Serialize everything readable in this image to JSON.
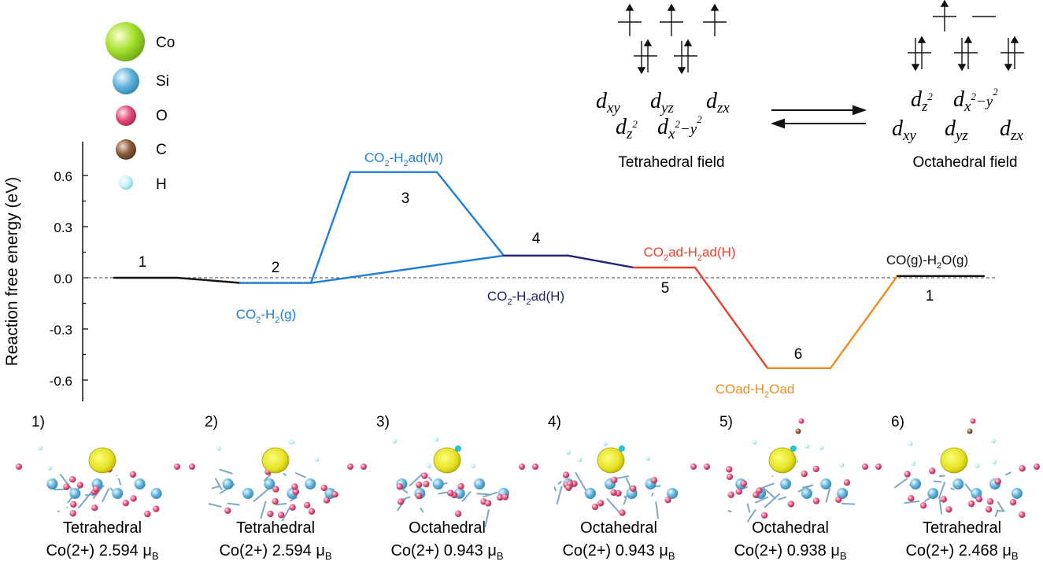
{
  "axis": {
    "ylabel": "Reaction free energy (eV)",
    "yticks": [
      "0.6",
      "0.3",
      "0.0",
      "-0.3",
      "-0.6"
    ]
  },
  "legend": [
    {
      "label": "Co",
      "color": "#a6e030"
    },
    {
      "label": "Si",
      "color": "#62b4dc"
    },
    {
      "label": "O",
      "color": "#e0507a"
    },
    {
      "label": "C",
      "color": "#8a5a3a"
    },
    {
      "label": "H",
      "color": "#b8eef2"
    }
  ],
  "colors": {
    "black": "#111111",
    "light_blue": "#1f7fd8",
    "navy": "#1f237a",
    "red": "#e8402e",
    "orange": "#f08c1e"
  },
  "chart_data": {
    "type": "line",
    "ylabel": "Reaction free energy (eV)",
    "ylim": [
      -0.75,
      0.8
    ],
    "grid": false,
    "reference_line": 0.0,
    "states": [
      {
        "id": "1",
        "y": 0.0,
        "label": ""
      },
      {
        "id": "2",
        "y": -0.03,
        "label": "CO2-H2(g)"
      },
      {
        "id": "3",
        "y": 0.62,
        "label": "CO2-H2ad(M)"
      },
      {
        "id": "4",
        "y": 0.13,
        "label": "CO2-H2ad(H)"
      },
      {
        "id": "5",
        "y": 0.06,
        "label": "CO2ad-H2ad(H)"
      },
      {
        "id": "6",
        "y": -0.53,
        "label": "COad-H2Oad"
      },
      {
        "id": "1",
        "y": 0.01,
        "label": "CO(g)-H2O(g)"
      }
    ]
  },
  "labels": {
    "s1": "1",
    "s2": "2",
    "s3": "3",
    "s4": "4",
    "s5": "5",
    "s6": "6",
    "s7": "1",
    "co2h2g": {
      "a": "CO",
      "s1": "2",
      "b": "-H",
      "s2": "2",
      "c": "(g)"
    },
    "co2h2adm": {
      "a": "CO",
      "s1": "2",
      "b": "-H",
      "s2": "2",
      "c": "ad(M)"
    },
    "co2h2adh": {
      "a": "CO",
      "s1": "2",
      "b": "-H",
      "s2": "2",
      "c": "ad(H)"
    },
    "co2adh2adh": {
      "a": "CO",
      "s1": "2",
      "b": "ad-H",
      "s2": "2",
      "c": "ad(H)"
    },
    "coadh2oad": {
      "a": "COad-H",
      "s1": "2",
      "b": "Oad"
    },
    "cogh2og": {
      "a": "CO(g)-H",
      "s1": "2",
      "b": "O(g)"
    }
  },
  "orbitals": {
    "d": "d",
    "xy": "xy",
    "yz": "yz",
    "zx": "zx",
    "z": "z",
    "x": "x",
    "sq": "2",
    "x2y2sub": "−y",
    "tetra": "Tetrahedral field",
    "octa": "Octahedral field"
  },
  "structures": [
    {
      "num": "1)",
      "geom": "Tetrahedral",
      "ion": "Co(2+) 2.594 μ",
      "sub": "B"
    },
    {
      "num": "2)",
      "geom": "Tetrahedral",
      "ion": "Co(2+) 2.594 μ",
      "sub": "B"
    },
    {
      "num": "3)",
      "geom": "Octahedral",
      "ion": "Co(2+) 0.943 μ",
      "sub": "B"
    },
    {
      "num": "4)",
      "geom": "Octahedral",
      "ion": "Co(2+) 0.943 μ",
      "sub": "B"
    },
    {
      "num": "5)",
      "geom": "Octahedral",
      "ion": "Co(2+) 0.938 μ",
      "sub": "B"
    },
    {
      "num": "6)",
      "geom": "Tetrahedral",
      "ion": "Co(2+) 2.468 μ",
      "sub": "B"
    }
  ]
}
